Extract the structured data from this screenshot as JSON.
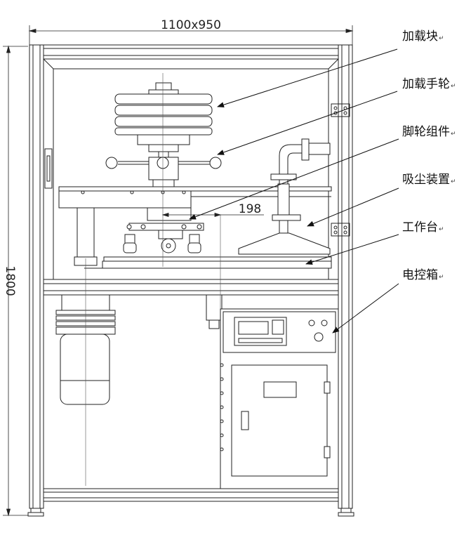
{
  "dimensions": {
    "top_width": "1100x950",
    "height": "1800",
    "offset": "198"
  },
  "callouts": [
    {
      "label": "加载块",
      "mark": "↵"
    },
    {
      "label": "加载手轮",
      "mark": "↵"
    },
    {
      "label": "脚轮组件",
      "mark": "↵"
    },
    {
      "label": "吸尘装置",
      "mark": "↵"
    },
    {
      "label": "工作台",
      "mark": "↵"
    },
    {
      "label": "电控箱",
      "mark": "↵"
    }
  ]
}
